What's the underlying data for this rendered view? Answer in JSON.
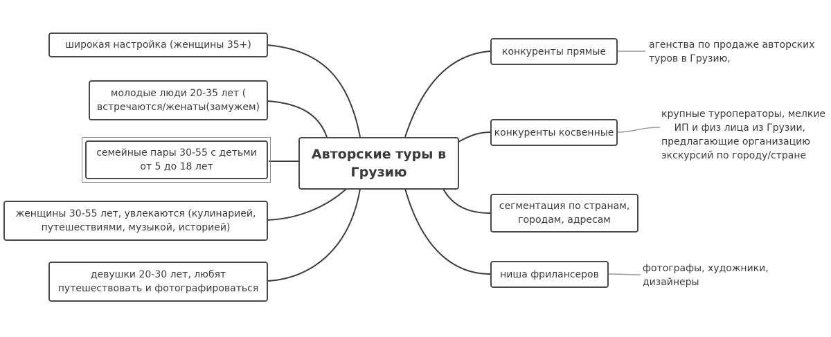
{
  "central": {
    "lines": [
      "Авторские туры в",
      "Грузию"
    ]
  },
  "left_branches": [
    {
      "lines": [
        "широкая настройка (женщины 35+)"
      ],
      "selected": false
    },
    {
      "lines": [
        "молодые люди 20-35 лет (",
        "встречаются/женаты(замужем)"
      ],
      "selected": false
    },
    {
      "lines": [
        "семейные пары 30-55 с детьми",
        "от 5 до 18 лет"
      ],
      "selected": true
    },
    {
      "lines": [
        "женщины 30-55 лет, увлекаются (кулинарией,",
        "путешествиями, музыкой, историей)"
      ],
      "selected": false
    },
    {
      "lines": [
        "девушки 20-30 лет, любят",
        "путешествовать и фотографироваться"
      ],
      "selected": false
    }
  ],
  "right_branches": [
    {
      "lines": [
        "конкуренты прямые"
      ]
    },
    {
      "lines": [
        "конкуренты косвенные"
      ]
    },
    {
      "lines": [
        "сегментация по странам,",
        "городам, адресам"
      ]
    },
    {
      "lines": [
        "ниша фрилансеров"
      ]
    }
  ],
  "notes": {
    "direct": {
      "lines": [
        "агенства по продаже авторских",
        "туров в Грузию,"
      ]
    },
    "indirect": {
      "lines": [
        "крупные туроператоры, мелкие",
        "ИП и физ лица из Грузии,",
        "предлагающие организацию",
        "экскурсий по городу/стране"
      ]
    },
    "freelance": {
      "lines": [
        "фотографы, художники,",
        "дизайнеры"
      ]
    }
  },
  "colors": {
    "border": "#4a4a4a",
    "link": "#3c3c3c",
    "note_link": "#9a9a9a"
  }
}
